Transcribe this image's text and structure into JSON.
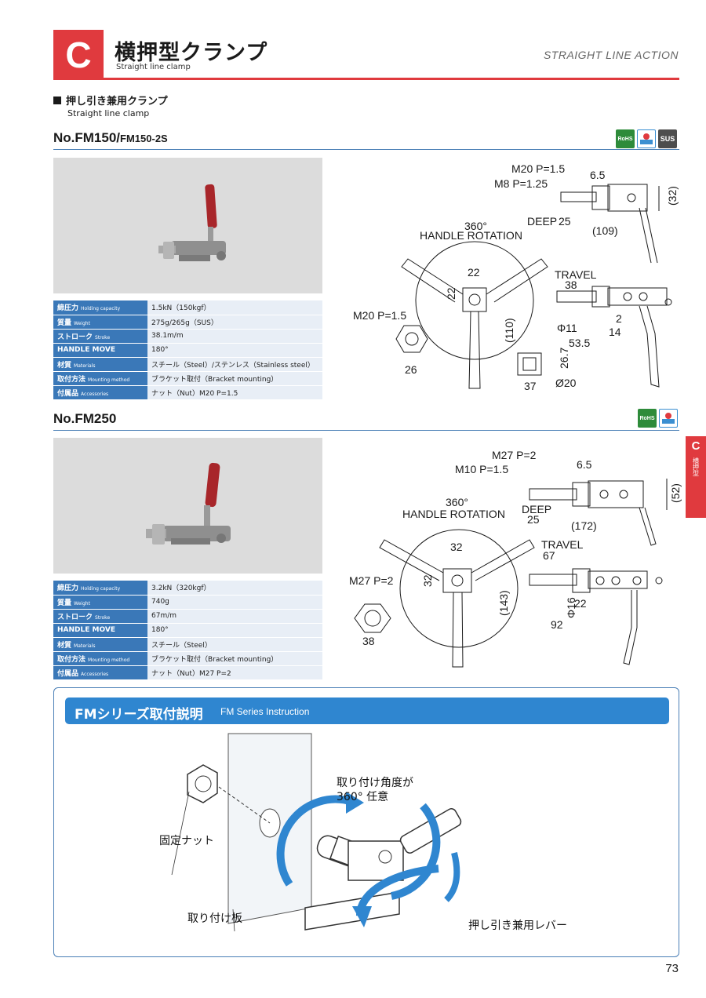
{
  "header": {
    "category_letter": "C",
    "title": "横押型クランプ",
    "subtitle": "Straight line clamp",
    "right_label": "STRAIGHT LINE ACTION"
  },
  "section": {
    "heading": "押し引き兼用クランプ",
    "subheading": "Straight line clamp"
  },
  "products": [
    {
      "model": "No.FM150/",
      "model_variant": "FM150-2S",
      "badges": [
        "RoHS",
        "env",
        "SUS"
      ],
      "specs": [
        {
          "label": "締圧力",
          "label_en": "Holding capacity",
          "value": "1.5kN（150kgf）"
        },
        {
          "label": "質量",
          "label_en": "Weight",
          "value": "275g/265g（SUS）"
        },
        {
          "label": "ストローク",
          "label_en": "Stroke",
          "value": "38.1m/m"
        },
        {
          "label": "HANDLE MOVE",
          "label_en": "",
          "value": "180°"
        },
        {
          "label": "材質",
          "label_en": "Materials",
          "value": "スチール（Steel）/ステンレス（Stainless steel）"
        },
        {
          "label": "取付方法",
          "label_en": "Mounting method",
          "value": "ブラケット取付（Bracket mounting）"
        },
        {
          "label": "付属品",
          "label_en": "Accessories",
          "value": "ナット（Nut）M20 P=1.5"
        }
      ],
      "drawing": {
        "thread1": "M20 P=1.5",
        "thread2": "M8 P=1.25",
        "dim_65": "6.5",
        "deep_label": "DEEP",
        "deep_val": "25",
        "dim_32": "(32)",
        "dim_109": "(109)",
        "rotation_deg": "360°",
        "rotation_label": "HANDLE ROTATION",
        "travel_label": "TRAVEL",
        "travel_val": "38",
        "d22a": "22",
        "d22b": "22",
        "d110": "(110)",
        "nut_label": "M20 P=1.5",
        "nut_w": "26",
        "phi11": "Φ11",
        "d2": "2",
        "d14": "14",
        "d535": "53.5",
        "d267": "26.7",
        "d37": "37",
        "d20": "Ø20"
      }
    },
    {
      "model": "No.FM250",
      "model_variant": "",
      "badges": [
        "RoHS",
        "env"
      ],
      "specs": [
        {
          "label": "締圧力",
          "label_en": "Holding capacity",
          "value": "3.2kN（320kgf）"
        },
        {
          "label": "質量",
          "label_en": "Weight",
          "value": "740g"
        },
        {
          "label": "ストローク",
          "label_en": "Stroke",
          "value": "67m/m"
        },
        {
          "label": "HANDLE MOVE",
          "label_en": "",
          "value": "180°"
        },
        {
          "label": "材質",
          "label_en": "Materials",
          "value": "スチール（Steel）"
        },
        {
          "label": "取付方法",
          "label_en": "Mounting method",
          "value": "ブラケット取付（Bracket mounting）"
        },
        {
          "label": "付属品",
          "label_en": "Accessories",
          "value": "ナット（Nut）M27 P=2"
        }
      ],
      "drawing": {
        "thread1": "M27 P=2",
        "thread2": "M10 P=1.5",
        "dim_65": "6.5",
        "deep_label": "DEEP",
        "deep_val": "25",
        "dim_52": "(52)",
        "dim_172": "(172)",
        "rotation_deg": "360°",
        "rotation_label": "HANDLE ROTATION",
        "travel_label": "TRAVEL",
        "travel_val": "67",
        "d32a": "32",
        "d32b": "32",
        "d143": "(143)",
        "nut_label": "M27 P=2",
        "nut_w": "38",
        "phi16": "Φ16",
        "d22": "22",
        "d92": "92"
      }
    }
  ],
  "side_tab": {
    "letter": "C",
    "label": "横押型"
  },
  "instruction": {
    "title_jp": "FMシリーズ取付説明",
    "title_en": "FM Series Instruction",
    "label_angle_1": "取り付け角度が",
    "label_angle_2": "360° 任意",
    "label_nut": "固定ナット",
    "label_plate": "取り付け板",
    "label_lever": "押し引き兼用レバー"
  },
  "page_number": "73",
  "colors": {
    "brand_red": "#e03a3e",
    "table_blue": "#3a78b8",
    "instruction_blue": "#2f86d0"
  }
}
